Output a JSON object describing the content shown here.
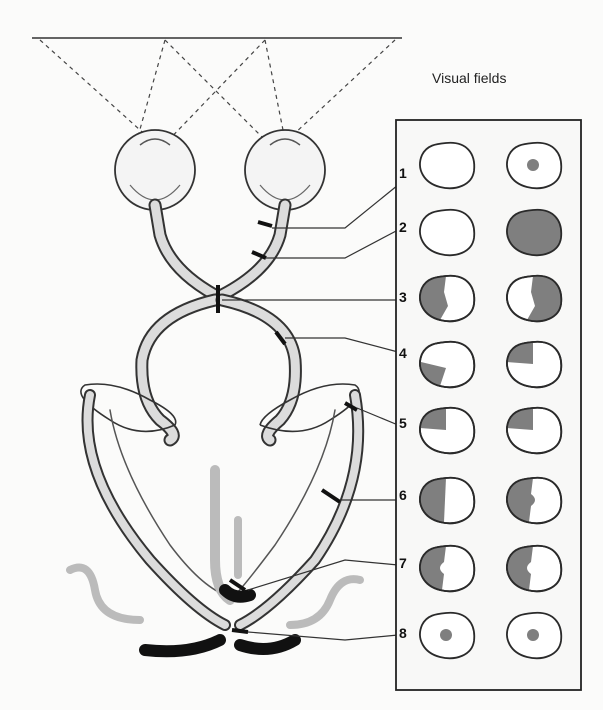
{
  "title": "Visual fields",
  "lesion_labels": [
    "1",
    "2",
    "3",
    "4",
    "5",
    "6",
    "7",
    "8"
  ],
  "colors": {
    "defect": "#7f7f7f",
    "outline": "#2a2a2a",
    "pathway_fill": "#dcdcdc",
    "lesion_marker": "#111111"
  },
  "field_rows": [
    {
      "label": "1",
      "left": "intact",
      "right": "central scotoma"
    },
    {
      "label": "2",
      "left": "intact",
      "right": "total loss"
    },
    {
      "label": "3",
      "left": "temporal hemianopia",
      "right": "temporal hemianopia"
    },
    {
      "label": "4",
      "left": "lower quadrant loss",
      "right": "upper quadrant loss"
    },
    {
      "label": "5",
      "left": "upper quadrant loss",
      "right": "upper quadrant loss"
    },
    {
      "label": "6",
      "left": "homonymous hemianopia",
      "right": "homonymous hemianopia"
    },
    {
      "label": "7",
      "left": "hemianopia with macular sparing",
      "right": "hemianopia with macular sparing"
    },
    {
      "label": "8",
      "left": "central spot",
      "right": "central spot"
    }
  ]
}
